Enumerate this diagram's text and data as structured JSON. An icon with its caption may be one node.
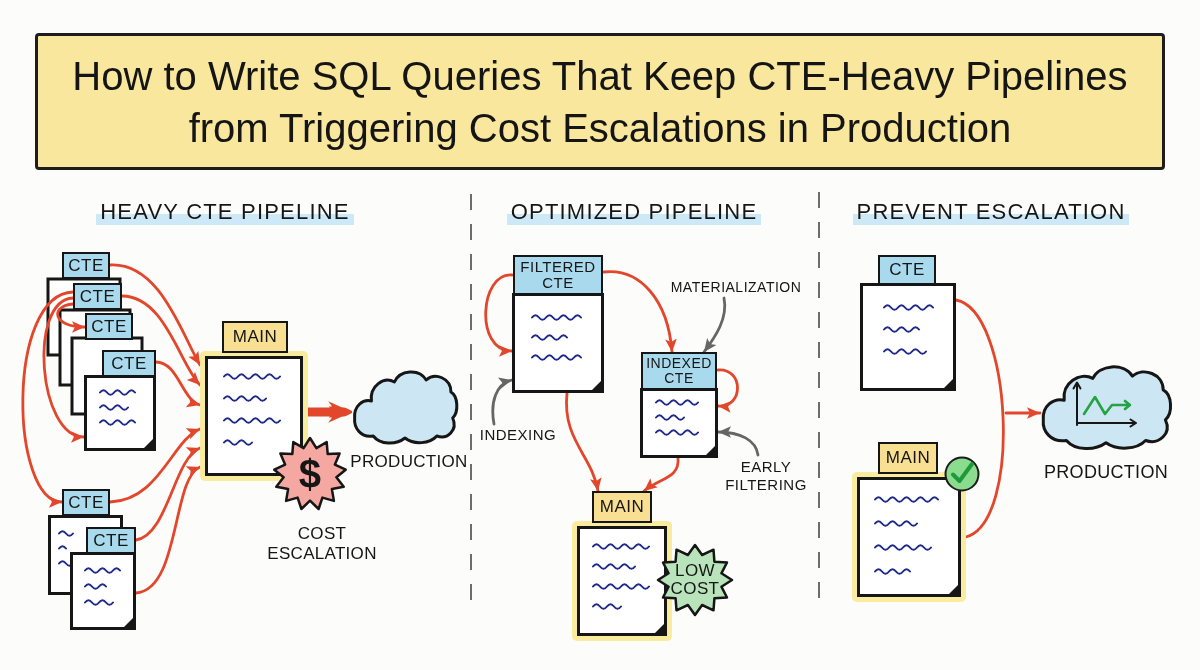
{
  "diagram": {
    "title": "How to Write SQL Queries That Keep CTE-Heavy Pipelines from Triggering Cost Escalations in Production",
    "nodes": [
      {
        "text": [
          "CTE"
        ]
      },
      {
        "text": [
          "CTE"
        ]
      },
      {
        "text": [
          "CTE"
        ]
      },
      {
        "text": [
          "CTE"
        ]
      },
      {
        "text": [
          "CTE"
        ]
      },
      {
        "text": [
          "CTE"
        ]
      },
      {
        "text": [
          "MAIN"
        ]
      },
      {
        "text": [],
        "shape": "cloud",
        "beside": [
          "PRODUCTION"
        ]
      },
      {
        "text": [
          "$"
        ],
        "beside": [
          "COST ESCALATION"
        ]
      },
      {
        "text": [
          "FILTERED CTE"
        ]
      },
      {
        "text": [
          "MATERIALIZATION"
        ]
      },
      {
        "text": [
          "INDEXED CTE"
        ]
      },
      {
        "text": [
          "INDEXING"
        ]
      },
      {
        "text": [
          "EARLY FILTERING"
        ]
      },
      {
        "text": [
          "MAIN"
        ]
      },
      {
        "text": [
          "LOW COST"
        ]
      },
      {
        "text": [
          "CTE"
        ]
      },
      {
        "text": [
          "MAIN"
        ]
      },
      {
        "text": [],
        "shape": "cloud",
        "beside": [
          "PRODUCTION"
        ]
      }
    ],
    "edges": [
      {
        "from": 0,
        "to": 6,
        "arrow": "to"
      },
      {
        "from": 1,
        "to": 6,
        "arrow": "to"
      },
      {
        "from": 3,
        "to": 6,
        "arrow": "to"
      },
      {
        "from": 1,
        "to": 2,
        "arrow": "to"
      },
      {
        "from": 1,
        "to": 3,
        "arrow": "to"
      },
      {
        "from": 1,
        "to": 4,
        "arrow": "to"
      },
      {
        "from": 4,
        "to": 6,
        "arrow": "to"
      },
      {
        "from": 5,
        "to": 6,
        "arrow": "to"
      },
      {
        "from": 5,
        "to": 6,
        "arrow": "to"
      },
      {
        "from": 6,
        "to": 7,
        "arrow": "to",
        "style": "thick"
      },
      {
        "from": 9,
        "to": 9,
        "arrow": "to"
      },
      {
        "from": 9,
        "to": 11,
        "arrow": "to"
      },
      {
        "from": 11,
        "to": 11,
        "arrow": "to"
      },
      {
        "from": 9,
        "to": 14,
        "arrow": "to"
      },
      {
        "from": 11,
        "to": 14,
        "arrow": "to"
      },
      {
        "from": 10,
        "to": 11,
        "arrow": "to",
        "color": "#666666"
      },
      {
        "from": 12,
        "to": 9,
        "arrow": "to",
        "color": "#666666"
      },
      {
        "from": 13,
        "to": 11,
        "arrow": "to",
        "color": "#666666"
      },
      {
        "from": 16,
        "to": 17,
        "arrow": "none"
      },
      {
        "from": null,
        "to": 18,
        "arrow": "to"
      }
    ],
    "labels": [
      "HEAVY CTE PIPELINE",
      "OPTIMIZED PIPELINE",
      "PREVENT ESCALATION"
    ]
  }
}
